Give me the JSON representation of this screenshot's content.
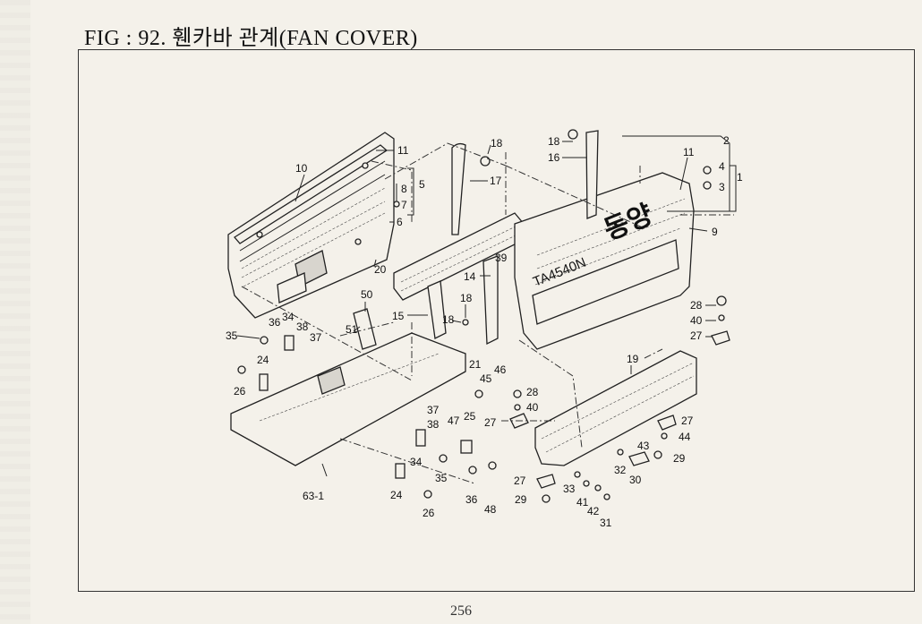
{
  "header": {
    "title": "FIG : 92. 휀카바 관계(FAN COVER)"
  },
  "stamps": {
    "maker": "동양",
    "model": "TA4540N"
  },
  "callouts": [
    "1",
    "2",
    "3",
    "4",
    "5",
    "6",
    "7",
    "8",
    "9",
    "10",
    "11",
    "11",
    "14",
    "15",
    "16",
    "17",
    "18",
    "18",
    "18",
    "18",
    "19",
    "20",
    "21",
    "24",
    "24",
    "25",
    "26",
    "26",
    "27",
    "27",
    "27",
    "27",
    "28",
    "28",
    "29",
    "29",
    "30",
    "31",
    "32",
    "33",
    "34",
    "34",
    "35",
    "35",
    "36",
    "36",
    "37",
    "37",
    "38",
    "38",
    "39",
    "40",
    "40",
    "41",
    "42",
    "43",
    "44",
    "45",
    "46",
    "47",
    "48",
    "50",
    "51",
    "63-1"
  ],
  "footer": {
    "page_number": "256"
  }
}
